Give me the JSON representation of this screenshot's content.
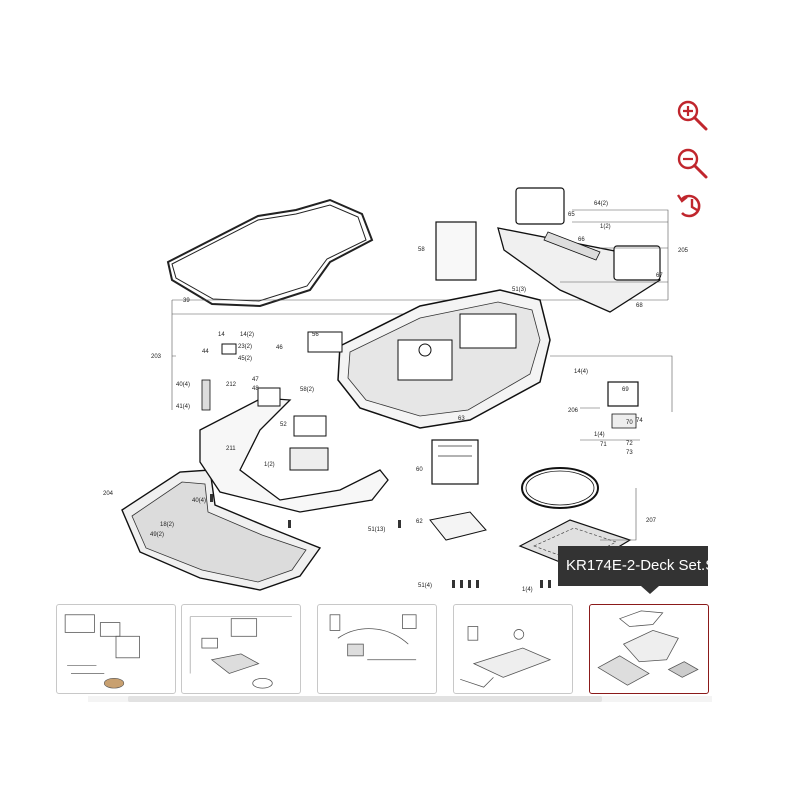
{
  "viewer": {
    "tooltip": "KR174E-2-Deck Set.S",
    "controls": {
      "zoom_in_icon": "zoom-in-icon",
      "zoom_out_icon": "zoom-out-icon",
      "reset_icon": "history-reset-icon",
      "accent_color": "#c0262d"
    }
  },
  "diagram": {
    "labels": [
      "39",
      "203",
      "58",
      "64(2)",
      "65",
      "1(2)",
      "66",
      "205",
      "67",
      "68",
      "51(3)",
      "14(2)",
      "14",
      "56",
      "23(2)",
      "45(2)",
      "44",
      "46",
      "212",
      "47",
      "48",
      "58(2)",
      "40(4)",
      "41(4)",
      "211",
      "52",
      "1(2)",
      "14(4)",
      "69",
      "206",
      "70",
      "1(4)",
      "71",
      "72",
      "73",
      "74",
      "63",
      "60",
      "62",
      "204",
      "40(4)",
      "18(2)",
      "49(2)",
      "51(13)",
      "207",
      "51(4)",
      "1(4)"
    ]
  },
  "thumbnails": [
    {
      "index": 1,
      "active": false
    },
    {
      "index": 2,
      "active": false
    },
    {
      "index": 3,
      "active": false
    },
    {
      "index": 4,
      "active": false
    },
    {
      "index": 5,
      "active": true
    }
  ]
}
